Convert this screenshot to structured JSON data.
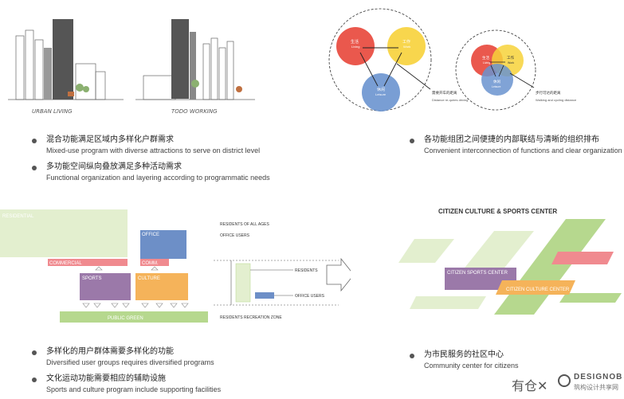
{
  "top_left": {
    "sketch_labels": [
      "URBAN  LIVING",
      "TODO  WORKING"
    ],
    "bullets": [
      {
        "zh": "混合功能满足区域内多样化户群需求",
        "en": "Mixed-use program with diverse attractions to serve on district level"
      },
      {
        "zh": "多功能空间纵向叠放满足多种活动需求",
        "en": "Functional organization and layering according to programmatic needs"
      }
    ]
  },
  "top_right": {
    "left_diagram": {
      "c1": "生活",
      "c1_en": "Living",
      "c2": "工作",
      "c2_en": "Work",
      "c3": "休闲",
      "c3_en": "Leisure",
      "note_zh": "需要开车的距离",
      "note_en": "Distance re-quires driving"
    },
    "right_diagram": {
      "c1": "生活",
      "c1_en": "Living",
      "c2": "工作",
      "c2_en": "Work",
      "c3": "休闲",
      "c3_en": "Leisure",
      "note_zh": "步行可达的距离",
      "note_en": "Walking and cycling distance"
    },
    "bullet": {
      "zh": "各功能组团之间便捷的内部联结与清晰的组织排布",
      "en": "Convenient interconnection of functions and clear organization"
    }
  },
  "bottom_left": {
    "blocks": {
      "residential": "RESIDENTIAL",
      "office": "OFFICE",
      "commercial": "COMMERCIAL",
      "comm": "COMM.",
      "sports": "SPORTS",
      "culture": "CULTURE",
      "public_green": "PUBLIC GREEN"
    },
    "legend": {
      "all_ages": "RESIDENTS OF ALL AGES",
      "office_users": "OFFICE USERS",
      "residents": "RESIDENTS",
      "office_users_2": "OFFICE USERS",
      "recreation": "RESIDENTS RECREATION ZONE"
    },
    "bullets": [
      {
        "zh": "多样化的用户群体需要多样化的功能",
        "en": "Diversified user groups requires diversified programs"
      },
      {
        "zh": "文化运动功能需要相应的辅助设施",
        "en": "Sports and culture program include supporting facilities"
      }
    ]
  },
  "bottom_right": {
    "title": "CITIZEN CULTURE & SPORTS CENTER",
    "sports_center": "CITIZEN SPORTS CENTER",
    "culture_center": "CITIZEN CULTURE CENTER",
    "bullet": {
      "zh": "为市民服务的社区中心",
      "en": "Community center for citizens"
    }
  },
  "watermark": {
    "text": "有仓✕",
    "logo": "DESIGNOB",
    "sub": "筑构设计共享网"
  },
  "colors": {
    "red": "#e8463a",
    "yellow": "#f7d23a",
    "blue": "#6a93cf",
    "green_light": "#e3efcf",
    "green": "#b6d88e",
    "pink": "#f08a8f",
    "purple": "#9b79a9",
    "orange": "#f5b35a",
    "office_blue": "#6d8fc7"
  }
}
